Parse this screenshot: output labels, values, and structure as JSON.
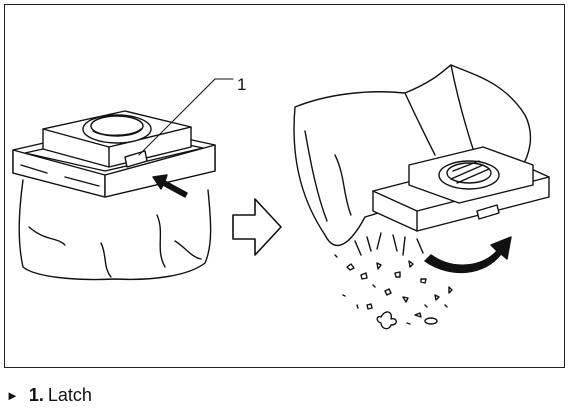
{
  "figure": {
    "callout_number": "1",
    "caption": {
      "marker": "►",
      "number": "1.",
      "label": "Latch"
    }
  }
}
